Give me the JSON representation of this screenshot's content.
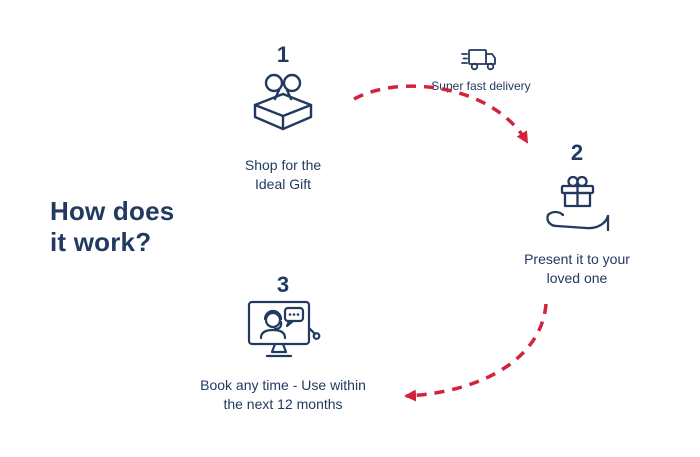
{
  "colors": {
    "navy": "#223a5f",
    "red": "#d0243c",
    "background": "#ffffff"
  },
  "heading": {
    "text": "How does\nit work?"
  },
  "steps": [
    {
      "number": "1",
      "icon": "gift-box-icon",
      "label": "Shop for the\nIdeal Gift"
    },
    {
      "number": "2",
      "icon": "hand-holding-gift-icon",
      "label": "Present it to your\nloved one"
    },
    {
      "number": "3",
      "icon": "support-agent-monitor-icon",
      "label": "Book any time - Use within\nthe next 12 months"
    }
  ],
  "delivery": {
    "icon": "delivery-truck-icon",
    "label": "Super fast delivery"
  },
  "arrows": [
    {
      "name": "arrow-step1-to-step2",
      "style": "dashed",
      "color": "#d0243c"
    },
    {
      "name": "arrow-step2-to-step3",
      "style": "dashed",
      "color": "#d0243c"
    }
  ]
}
